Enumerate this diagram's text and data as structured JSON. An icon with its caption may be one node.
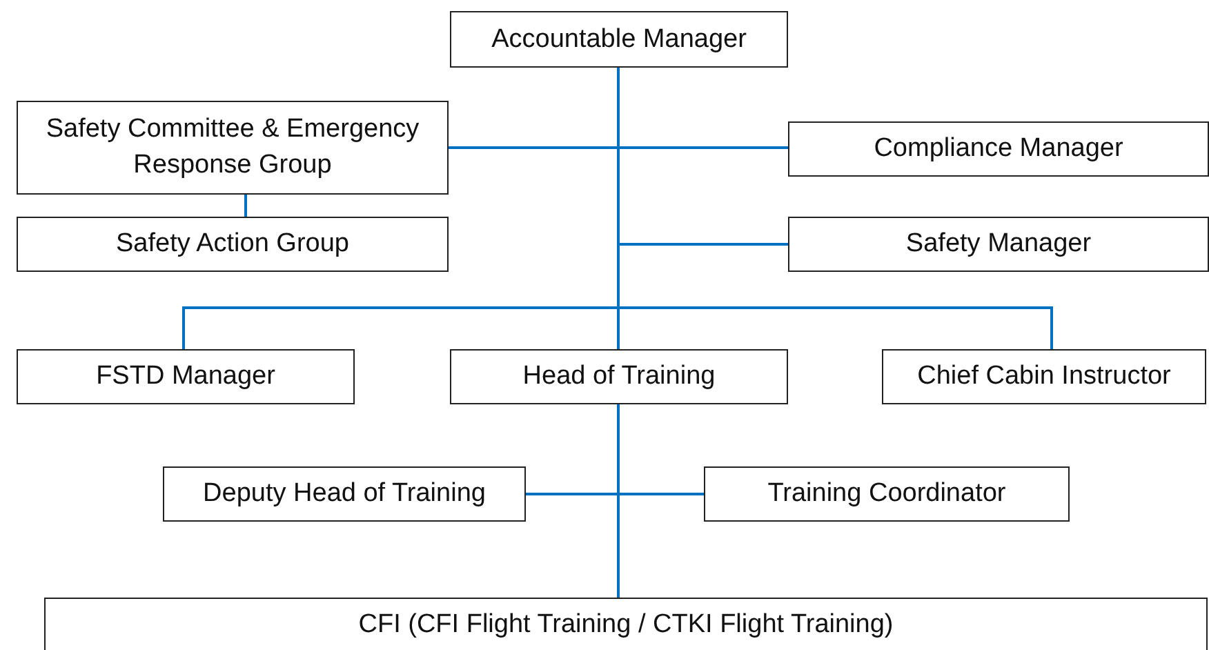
{
  "diagram": {
    "nodes": [
      {
        "text": [
          "Accountable Manager"
        ]
      },
      {
        "text": [
          "Safety Committee & Emergency Response Group"
        ]
      },
      {
        "text": [
          "Compliance Manager"
        ]
      },
      {
        "text": [
          "Safety Action Group"
        ]
      },
      {
        "text": [
          "Safety Manager"
        ]
      },
      {
        "text": [
          "FSTD Manager"
        ]
      },
      {
        "text": [
          "Head of Training"
        ]
      },
      {
        "text": [
          "Chief Cabin Instructor"
        ]
      },
      {
        "text": [
          "Deputy Head of Training"
        ]
      },
      {
        "text": [
          "Training Coordinator"
        ]
      },
      {
        "text": [
          "CFI (CFI Flight Training / CTKI Flight Training)"
        ]
      }
    ],
    "edges": [
      {
        "from": 0,
        "to": 1,
        "arrow": "none"
      },
      {
        "from": 0,
        "to": 2,
        "arrow": "none"
      },
      {
        "from": 1,
        "to": 3,
        "arrow": "none"
      },
      {
        "from": 0,
        "to": 4,
        "arrow": "none"
      },
      {
        "from": 0,
        "to": 5,
        "arrow": "none"
      },
      {
        "from": 0,
        "to": 6,
        "arrow": "none"
      },
      {
        "from": 0,
        "to": 7,
        "arrow": "none"
      },
      {
        "from": 6,
        "to": 8,
        "arrow": "none"
      },
      {
        "from": 6,
        "to": 9,
        "arrow": "none"
      },
      {
        "from": 6,
        "to": 10,
        "arrow": "none"
      }
    ]
  }
}
